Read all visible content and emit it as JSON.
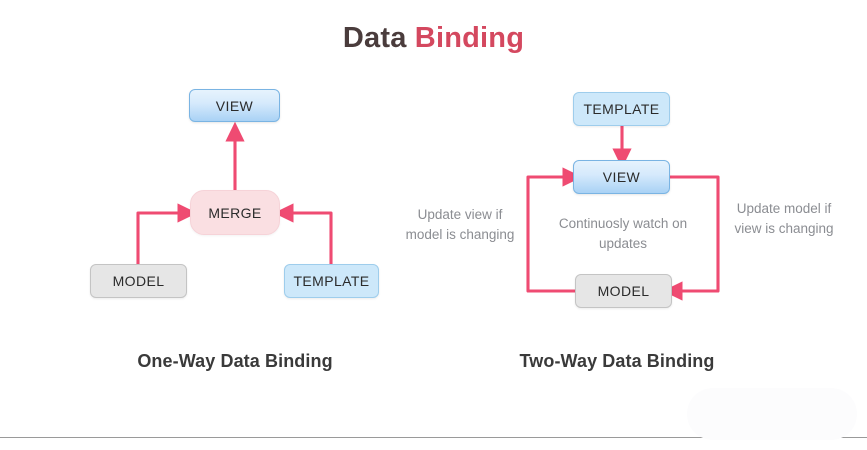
{
  "title": {
    "word_primary": "Data",
    "word_accent": "Binding",
    "color_primary": "#4a3c3c",
    "color_accent": "#d4485f"
  },
  "colors": {
    "arrow": "#ef4b72",
    "node_blue_border": "#7ab4e3",
    "node_gray_fill": "#e6e6e6",
    "node_pink_fill": "#fadfe2",
    "annotation_text": "#8b8d92"
  },
  "one_way": {
    "caption": "One-Way Data Binding",
    "nodes": {
      "view": "VIEW",
      "merge": "MERGE",
      "model": "MODEL",
      "template": "TEMPLATE"
    }
  },
  "two_way": {
    "caption": "Two-Way Data Binding",
    "nodes": {
      "template": "TEMPLATE",
      "view": "VIEW",
      "model": "MODEL"
    },
    "annotations": {
      "left": "Update view if model is changing",
      "center": "Continuosly watch on updates",
      "right": "Update model if view is changing"
    }
  }
}
